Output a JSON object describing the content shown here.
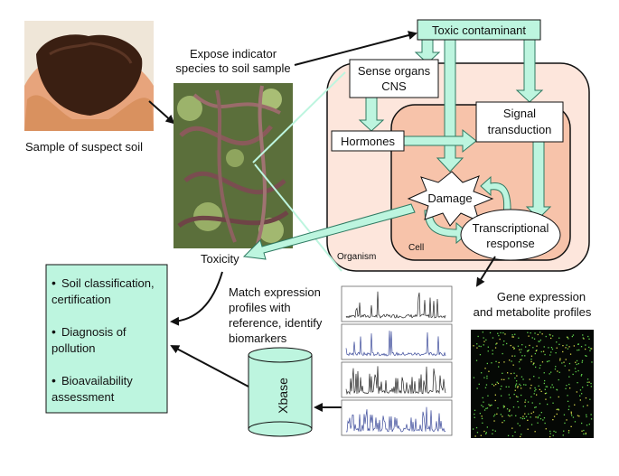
{
  "colors": {
    "accent": "#bdf5df",
    "accent_stroke": "#2f7a62",
    "organism_fill": "#fde6dc",
    "cell_fill": "#f7c3aa",
    "soil": "#3a1f12",
    "hands": "#e7a47c",
    "worms_bg": "#5b6f3b",
    "stroke": "#111111",
    "array_bg": "#050805",
    "array_spot": "#5fd14b"
  },
  "labels": {
    "sample_caption": "Sample of suspect soil",
    "expose_line1": "Expose indicator",
    "expose_line2": "species to soil sample",
    "toxic": "Toxic contaminant",
    "sense_line1": "Sense organs",
    "sense_line2": "CNS",
    "hormones": "Hormones",
    "signal_line1": "Signal",
    "signal_line2": "transduction",
    "damage": "Damage",
    "transcriptional_line1": "Transcriptional",
    "transcriptional_line2": "response",
    "organism": "Organism",
    "cell": "Cell",
    "toxicity": "Toxicity",
    "match_line1": "Match expression",
    "match_line2": "profiles with",
    "match_line3": "reference, identify",
    "match_line4": "biomarkers",
    "gene_line1": "Gene expression",
    "gene_line2": "and metabolite profiles",
    "xbase": "Xbase"
  },
  "outcomes": [
    {
      "line1": "Soil classification,",
      "line2": "certification"
    },
    {
      "line1": "Diagnosis of",
      "line2": "pollution"
    },
    {
      "line1": "Bioavailability",
      "line2": "assessment"
    }
  ],
  "bullet": "•"
}
